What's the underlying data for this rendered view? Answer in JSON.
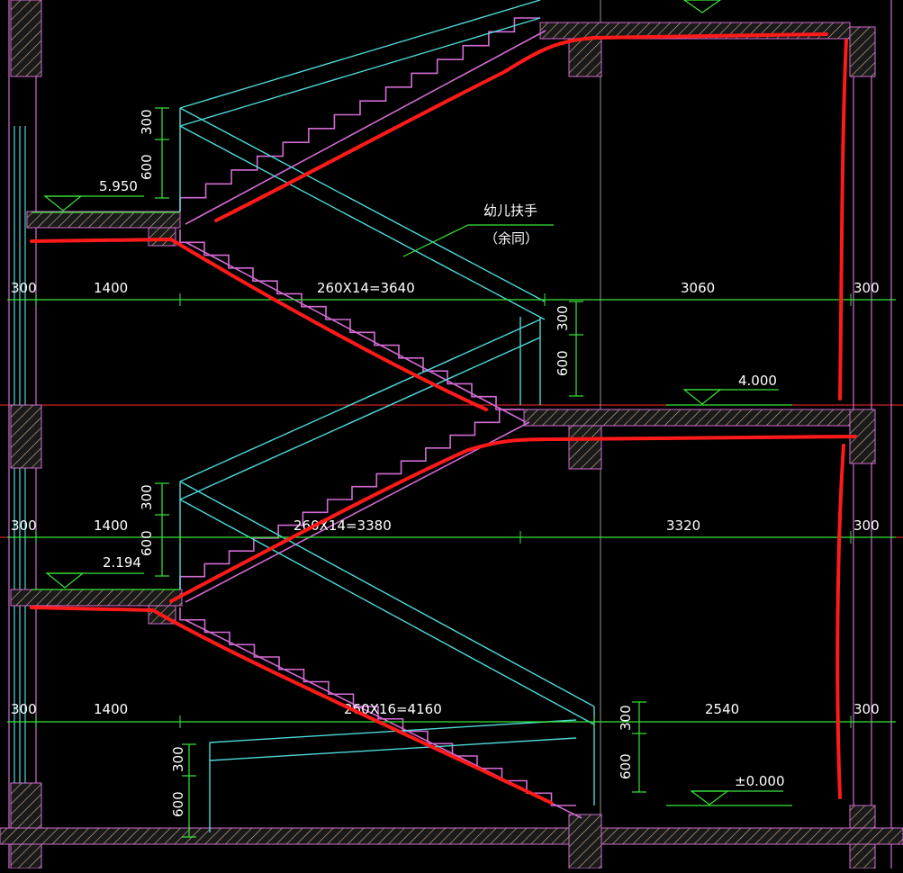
{
  "colors": {
    "background": "#000000",
    "dimension": "#39e639",
    "wall": "#d36bd3",
    "stair": "#d36bd3",
    "handrail": "#4fd9d9",
    "hatch_fill": "#1a1a1a",
    "hatch_edge": "#d2b48c",
    "axis": "#ff2a2a",
    "markup": "#ff1a1a",
    "text": "#ffffff",
    "grid_white": "#cfcfcf"
  },
  "annotation": {
    "line1": "幼儿扶手",
    "line2": "（余同）"
  },
  "levels": {
    "top": "5.950",
    "middle_left": "2.194",
    "middle_right": "4.000",
    "ground": "±0.000"
  },
  "dims": {
    "row1": {
      "left_wall": "300",
      "landing": "1400",
      "flight": "260X14=3640",
      "span": "3060",
      "right_wall": "300"
    },
    "row2": {
      "left_wall": "300",
      "landing": "1400",
      "flight": "260X14=3380",
      "span": "3320",
      "right_wall": "300"
    },
    "row3": {
      "left_wall": "300",
      "landing": "1400",
      "flight": "260X16=4160",
      "span": "2540",
      "right_wall": "300"
    },
    "heights": {
      "upper": "300",
      "lower": "600"
    }
  }
}
